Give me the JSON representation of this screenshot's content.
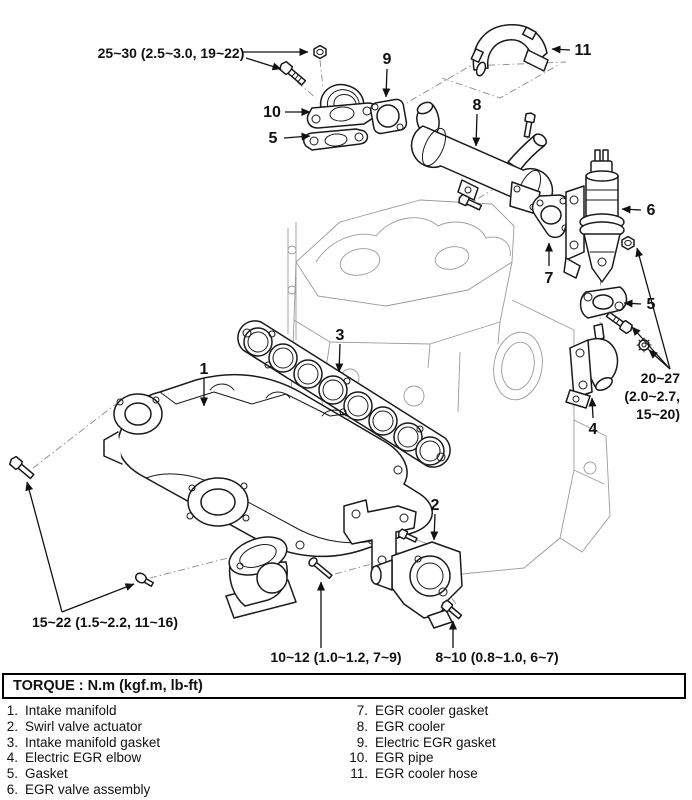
{
  "diagram": {
    "callouts": {
      "c1": "1",
      "c2": "2",
      "c3": "3",
      "c4": "4",
      "c5_top": "5",
      "c5_right": "5",
      "c6": "6",
      "c7": "7",
      "c8": "8",
      "c9": "9",
      "c10": "10",
      "c11": "11"
    },
    "torque_specs": {
      "top_left": "25~30 (2.5~3.0, 19~22)",
      "right_1": "20~27",
      "right_2": "(2.0~2.7,",
      "right_3": "15~20)",
      "bottom_left": "15~22 (1.5~2.2, 11~16)",
      "bottom_mid": "10~12 (1.0~1.2, 7~9)",
      "bottom_right": "8~10 (0.8~1.0, 6~7)"
    }
  },
  "torque_box": {
    "label": "TORQUE : N.m (kgf.m, lb-ft)"
  },
  "legend_left": [
    {
      "num": "1.",
      "label": "Intake manifold"
    },
    {
      "num": "2.",
      "label": "Swirl valve actuator"
    },
    {
      "num": "3.",
      "label": "Intake manifold gasket"
    },
    {
      "num": "4.",
      "label": "Electric EGR elbow"
    },
    {
      "num": "5.",
      "label": "Gasket"
    },
    {
      "num": "6.",
      "label": "EGR valve assembly"
    }
  ],
  "legend_right": [
    {
      "num": "7.",
      "label": "EGR cooler gasket"
    },
    {
      "num": "8.",
      "label": "EGR cooler"
    },
    {
      "num": "9.",
      "label": "Electric EGR gasket"
    },
    {
      "num": "10.",
      "label": "EGR pipe"
    },
    {
      "num": "11.",
      "label": "EGR cooler hose"
    }
  ]
}
